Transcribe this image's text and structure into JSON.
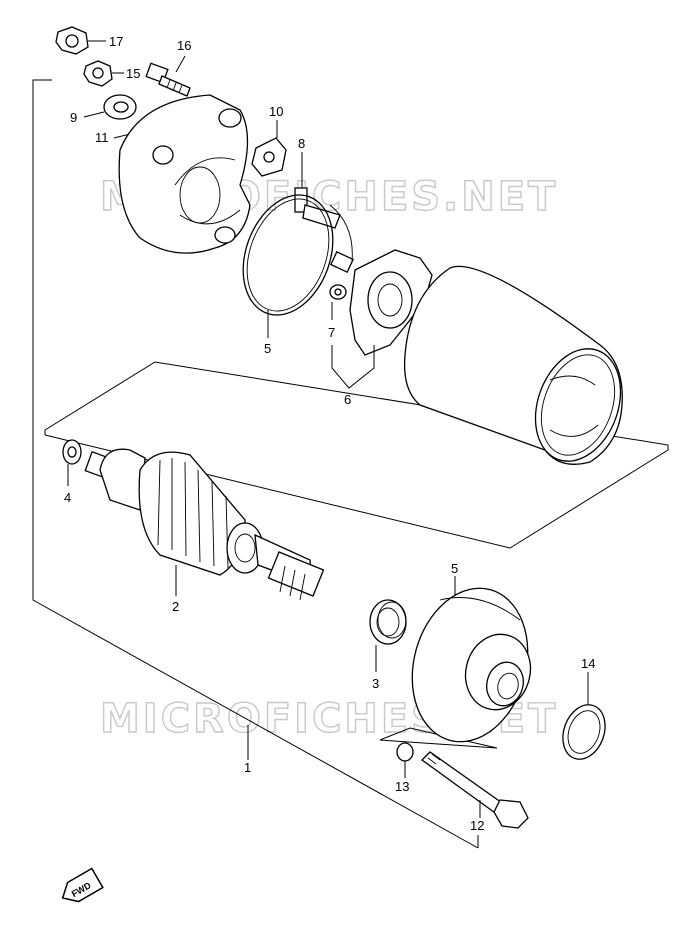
{
  "watermarks": [
    "MICROFICHES.NET",
    "MICROFICHES.NET"
  ],
  "callouts": [
    "17",
    "16",
    "15",
    "9",
    "11",
    "10",
    "8",
    "5",
    "7",
    "6",
    "4",
    "2",
    "5",
    "3",
    "14",
    "1",
    "13",
    "12"
  ],
  "fwd_label": "FWD"
}
